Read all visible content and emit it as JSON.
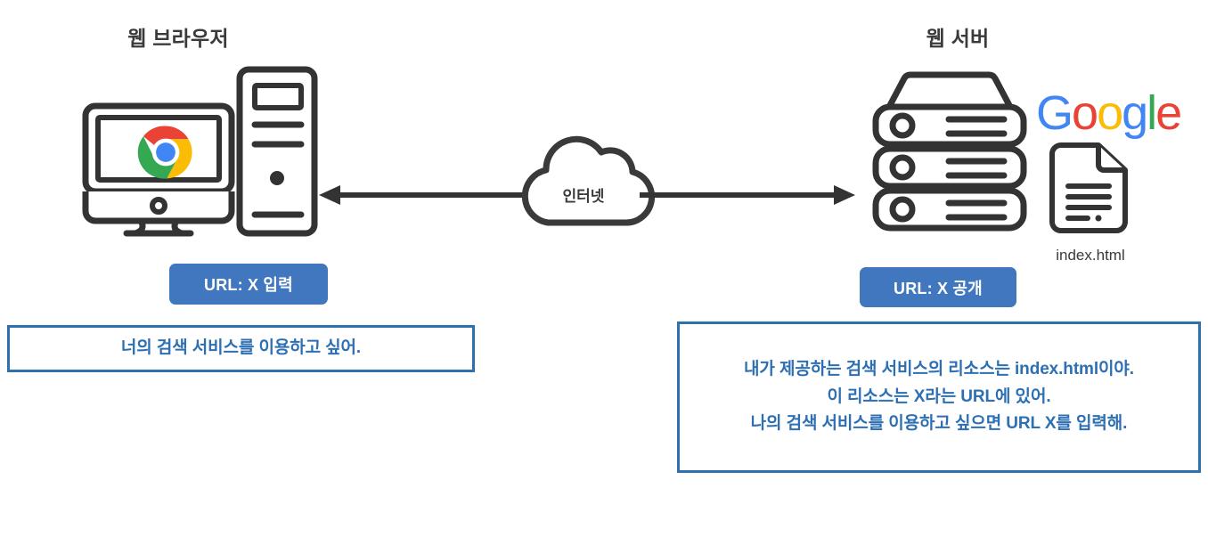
{
  "diagram": {
    "title_left": "웹 브라우저",
    "title_right": "웹 서버",
    "network_label": "인터넷",
    "file_caption": "index.html",
    "brand_logo": "Google",
    "brand_letters": [
      {
        "ch": "G",
        "color": "#4285F4"
      },
      {
        "ch": "o",
        "color": "#EA4335"
      },
      {
        "ch": "o",
        "color": "#FBBC05"
      },
      {
        "ch": "g",
        "color": "#4285F4"
      },
      {
        "ch": "l",
        "color": "#34A853"
      },
      {
        "ch": "e",
        "color": "#EA4335"
      }
    ],
    "left": {
      "pill_label": "URL: X 입력",
      "message_lines": [
        "너의 검색 서비스를 이용하고 싶어."
      ]
    },
    "right": {
      "pill_label": "URL: X 공개",
      "message_lines": [
        "내가 제공하는 검색 서비스의 리소스는 index.html이야.",
        "이 리소스는 X라는 URL에 있어.",
        "나의 검색 서비스를 이용하고 싶으면 URL X를 입력해."
      ]
    },
    "icons": {
      "browser": "desktop-monitor-icon",
      "browser_logo": "chrome-logo-icon",
      "tower": "computer-tower-icon",
      "cloud": "internet-cloud-icon",
      "server": "server-rack-icon",
      "file": "html-document-icon",
      "arrow_left": "arrow-left-icon",
      "arrow_right": "arrow-right-icon"
    },
    "colors": {
      "accent_blue": "#4077bf",
      "border_blue": "#2d72b0",
      "text_blue": "#2d6fb3",
      "ink": "#3a3a3a"
    }
  }
}
